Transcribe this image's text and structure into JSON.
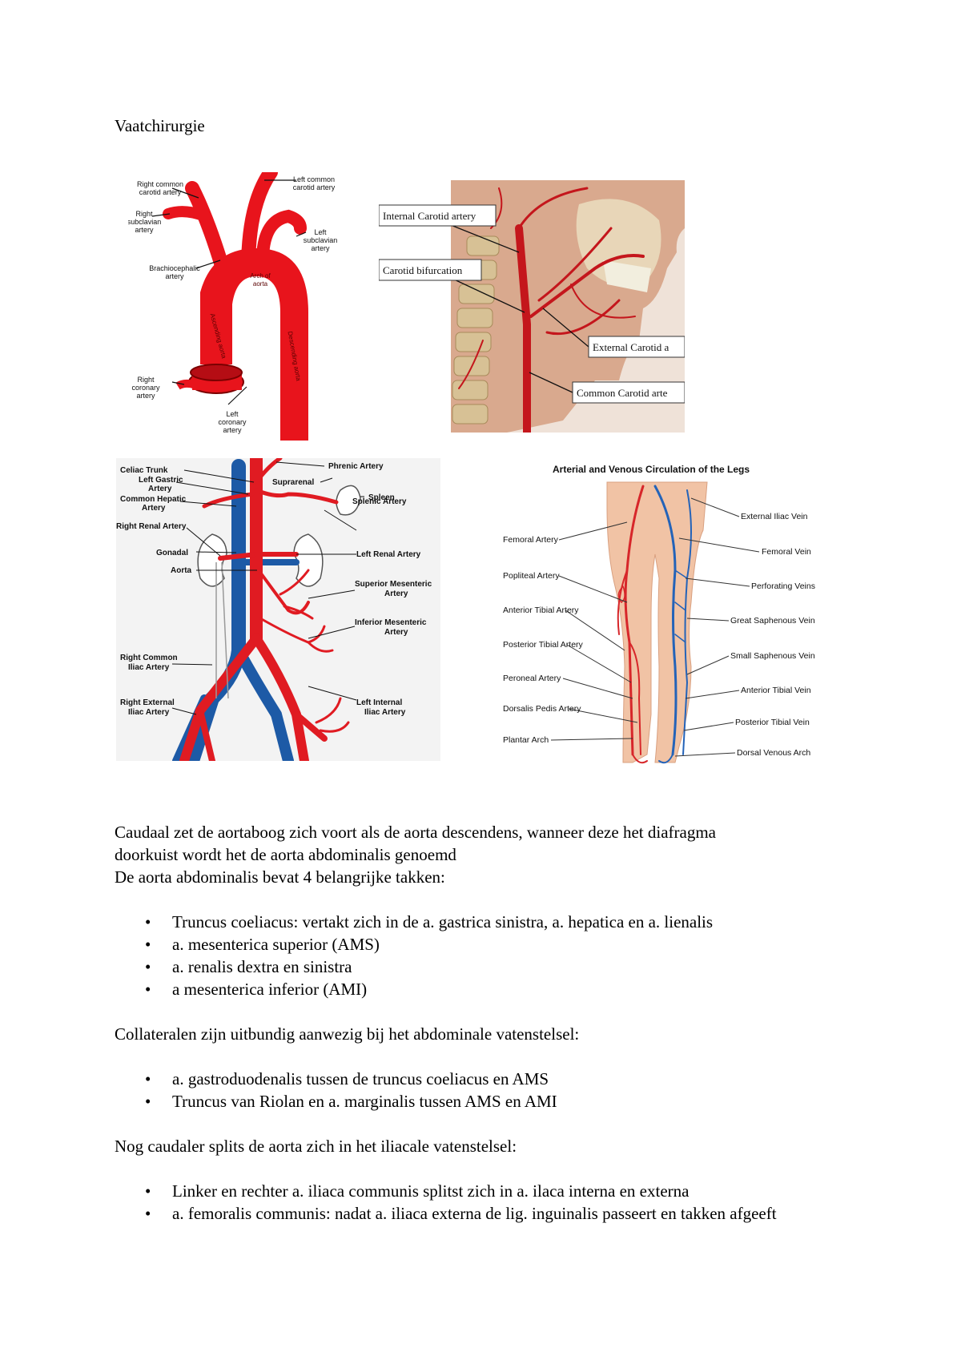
{
  "document": {
    "title": "Vaatchirurgie"
  },
  "figures": {
    "aortic_arch": {
      "labels": {
        "right_common_carotid": [
          "Right common",
          "carotid artery"
        ],
        "left_common_carotid": [
          "Left common",
          "carotid artery"
        ],
        "right_subclavian": [
          "Right",
          "subclavian",
          "artery"
        ],
        "left_subclavian": [
          "Left",
          "subclavian",
          "artery"
        ],
        "brachiocephalic": [
          "Brachiocephalic",
          "artery"
        ],
        "arch": [
          "Arch of",
          "aorta"
        ],
        "ascending": "Ascending aorta",
        "descending": "Descending aorta",
        "right_coronary": [
          "Right",
          "coronary",
          "artery"
        ],
        "left_coronary": [
          "Left",
          "coronary",
          "artery"
        ]
      }
    },
    "carotid": {
      "labels": {
        "internal": "Internal Carotid artery",
        "bifurcation": "Carotid bifurcation",
        "external": "External Carotid a",
        "common": "Common Carotid arte"
      }
    },
    "abdominal": {
      "labels": {
        "phrenic": "Phrenic Artery",
        "suprarenal": "Suprarenal",
        "spleen": "Spleen",
        "celiac": "Celiac Trunk",
        "left_gastric": [
          "Left Gastric",
          "Artery"
        ],
        "common_hepatic": [
          "Common Hepatic",
          "Artery"
        ],
        "splenic": "Splenic Artery",
        "right_renal": "Right Renal Artery",
        "left_renal": "Left Renal Artery",
        "gonadal": "Gonadal",
        "aorta": "Aorta",
        "sup_mesenteric": [
          "Superior Mesenteric",
          "Artery"
        ],
        "inf_mesenteric": [
          "Inferior Mesenteric",
          "Artery"
        ],
        "right_common_iliac": [
          "Right Common",
          "Iliac Artery"
        ],
        "right_external_iliac": [
          "Right External",
          "Iliac Artery"
        ],
        "left_internal_iliac": [
          "Left Internal",
          "Iliac Artery"
        ]
      }
    },
    "legs": {
      "title": "Arterial and Venous Circulation of the Legs",
      "left_labels": [
        "Femoral Artery",
        "Popliteal Artery",
        "Anterior Tibial Artery",
        "Posterior Tibial Artery",
        "Peroneal Artery",
        "Dorsalis Pedis Artery",
        "Plantar Arch"
      ],
      "right_labels": [
        "External Iliac Vein",
        "Femoral Vein",
        "Perforating Veins",
        "Great Saphenous Vein",
        "Small Saphenous Vein",
        "Anterior Tibial Vein",
        "Posterior Tibial Vein",
        "Dorsal Venous Arch"
      ]
    }
  },
  "content": {
    "intro": [
      "Caudaal zet de aortaboog zich voort als de aorta descendens, wanneer deze het diafragma",
      "doorkuist wordt het de aorta abdominalis genoemd",
      "De aorta abdominalis bevat 4 belangrijke takken:"
    ],
    "branches": [
      "Truncus coeliacus: vertakt zich in de a. gastrica sinistra, a. hepatica en a. lienalis",
      "a. mesenterica superior (AMS)",
      "a. renalis dextra en sinistra",
      "a mesenterica inferior (AMI)"
    ],
    "collaterals_heading": "Collateralen zijn uitbundig aanwezig bij het abdominale vatenstelsel:",
    "collaterals": [
      "a. gastroduodenalis tussen de truncus coeliacus en AMS",
      "Truncus van Riolan en a. marginalis tussen AMS en AMI"
    ],
    "iliac_heading": "Nog caudaler splits de aorta zich in het iliacale vatenstelsel:",
    "iliac": [
      "Linker en rechter a. iliaca communis splitst zich in a. ilaca interna en externa",
      "a. femoralis communis: nadat a. iliaca externa de lig. inguinalis passeert en takken afgeeft"
    ]
  }
}
